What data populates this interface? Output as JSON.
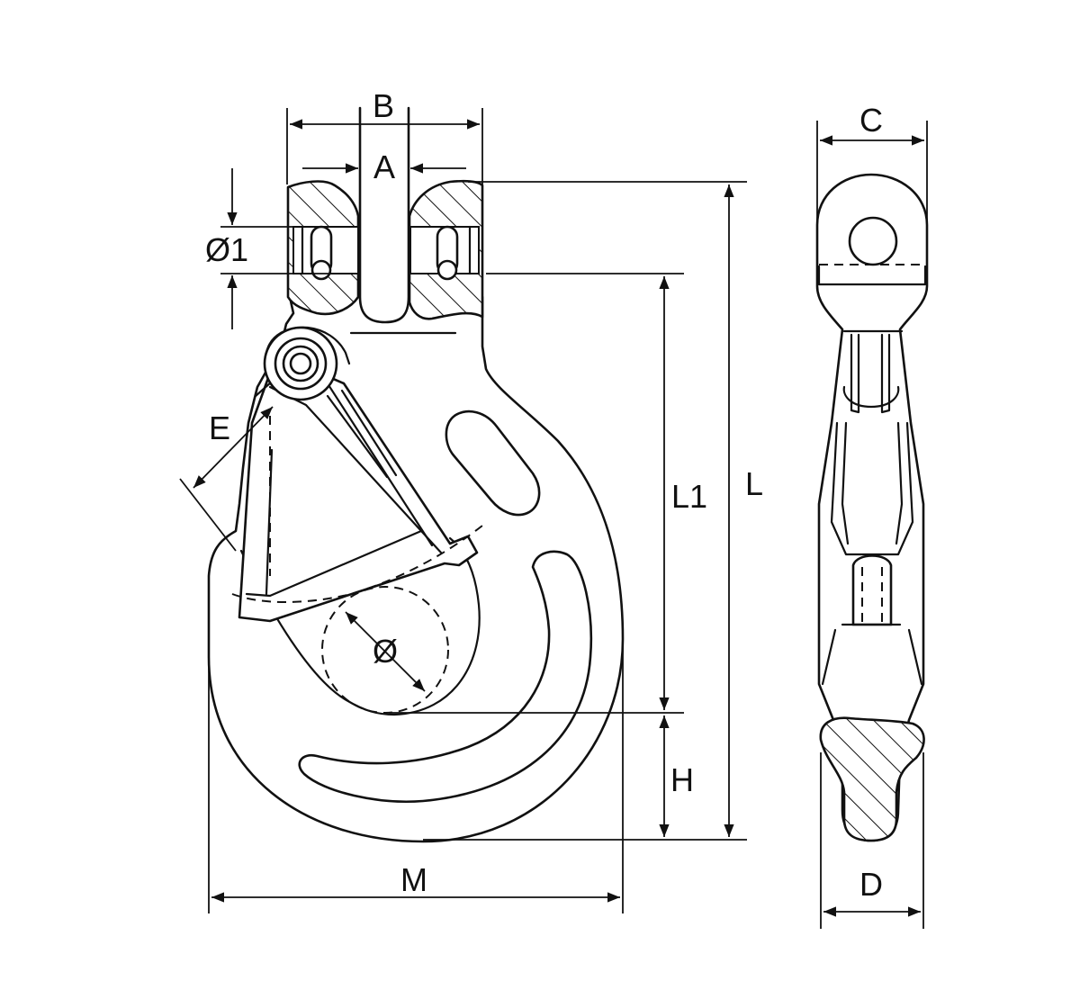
{
  "labels": {
    "A": "A",
    "B": "B",
    "C": "C",
    "D": "D",
    "E": "E",
    "H": "H",
    "L": "L",
    "L1": "L1",
    "M": "M",
    "phi": "Ø",
    "phi1": "Ø1"
  },
  "colors": {
    "ink": "#111111",
    "paper": "#ffffff"
  }
}
